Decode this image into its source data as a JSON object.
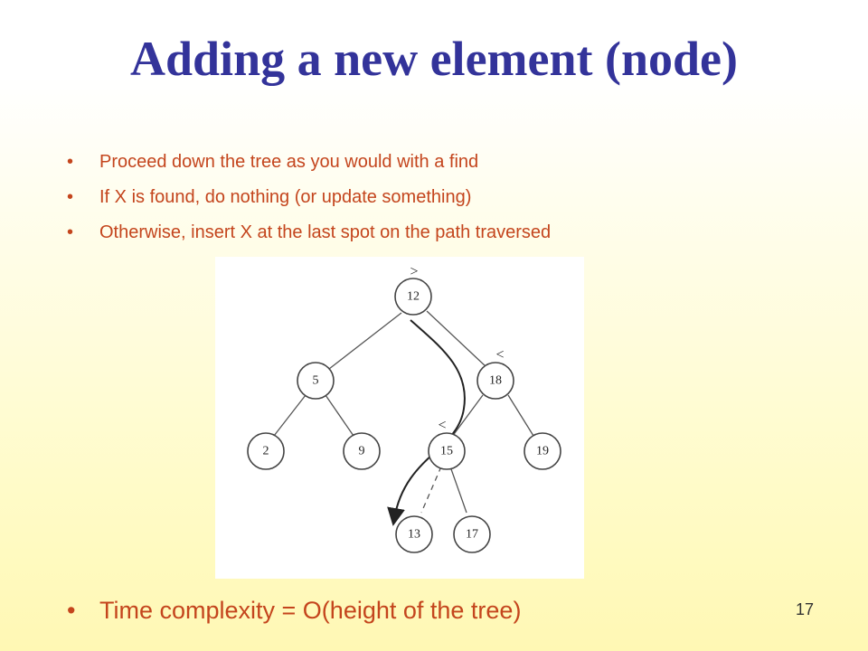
{
  "slide": {
    "title": "Adding a new element (node)",
    "bullets": [
      "Proceed down the tree as you would with a find",
      "If X is found, do nothing (or update something)",
      "Otherwise, insert X at the last spot on the path traversed"
    ],
    "bottom_bullet": "Time complexity = O(height of the tree)",
    "page_number": "17",
    "bullet_glyph": "•"
  },
  "tree": {
    "nodes": [
      "12",
      "5",
      "18",
      "2",
      "9",
      "15",
      "19",
      "13",
      "17"
    ],
    "comparisons": [
      ">",
      "<",
      "<"
    ]
  },
  "colors": {
    "title": "#33339a",
    "bullet_text": "#c4451d"
  }
}
